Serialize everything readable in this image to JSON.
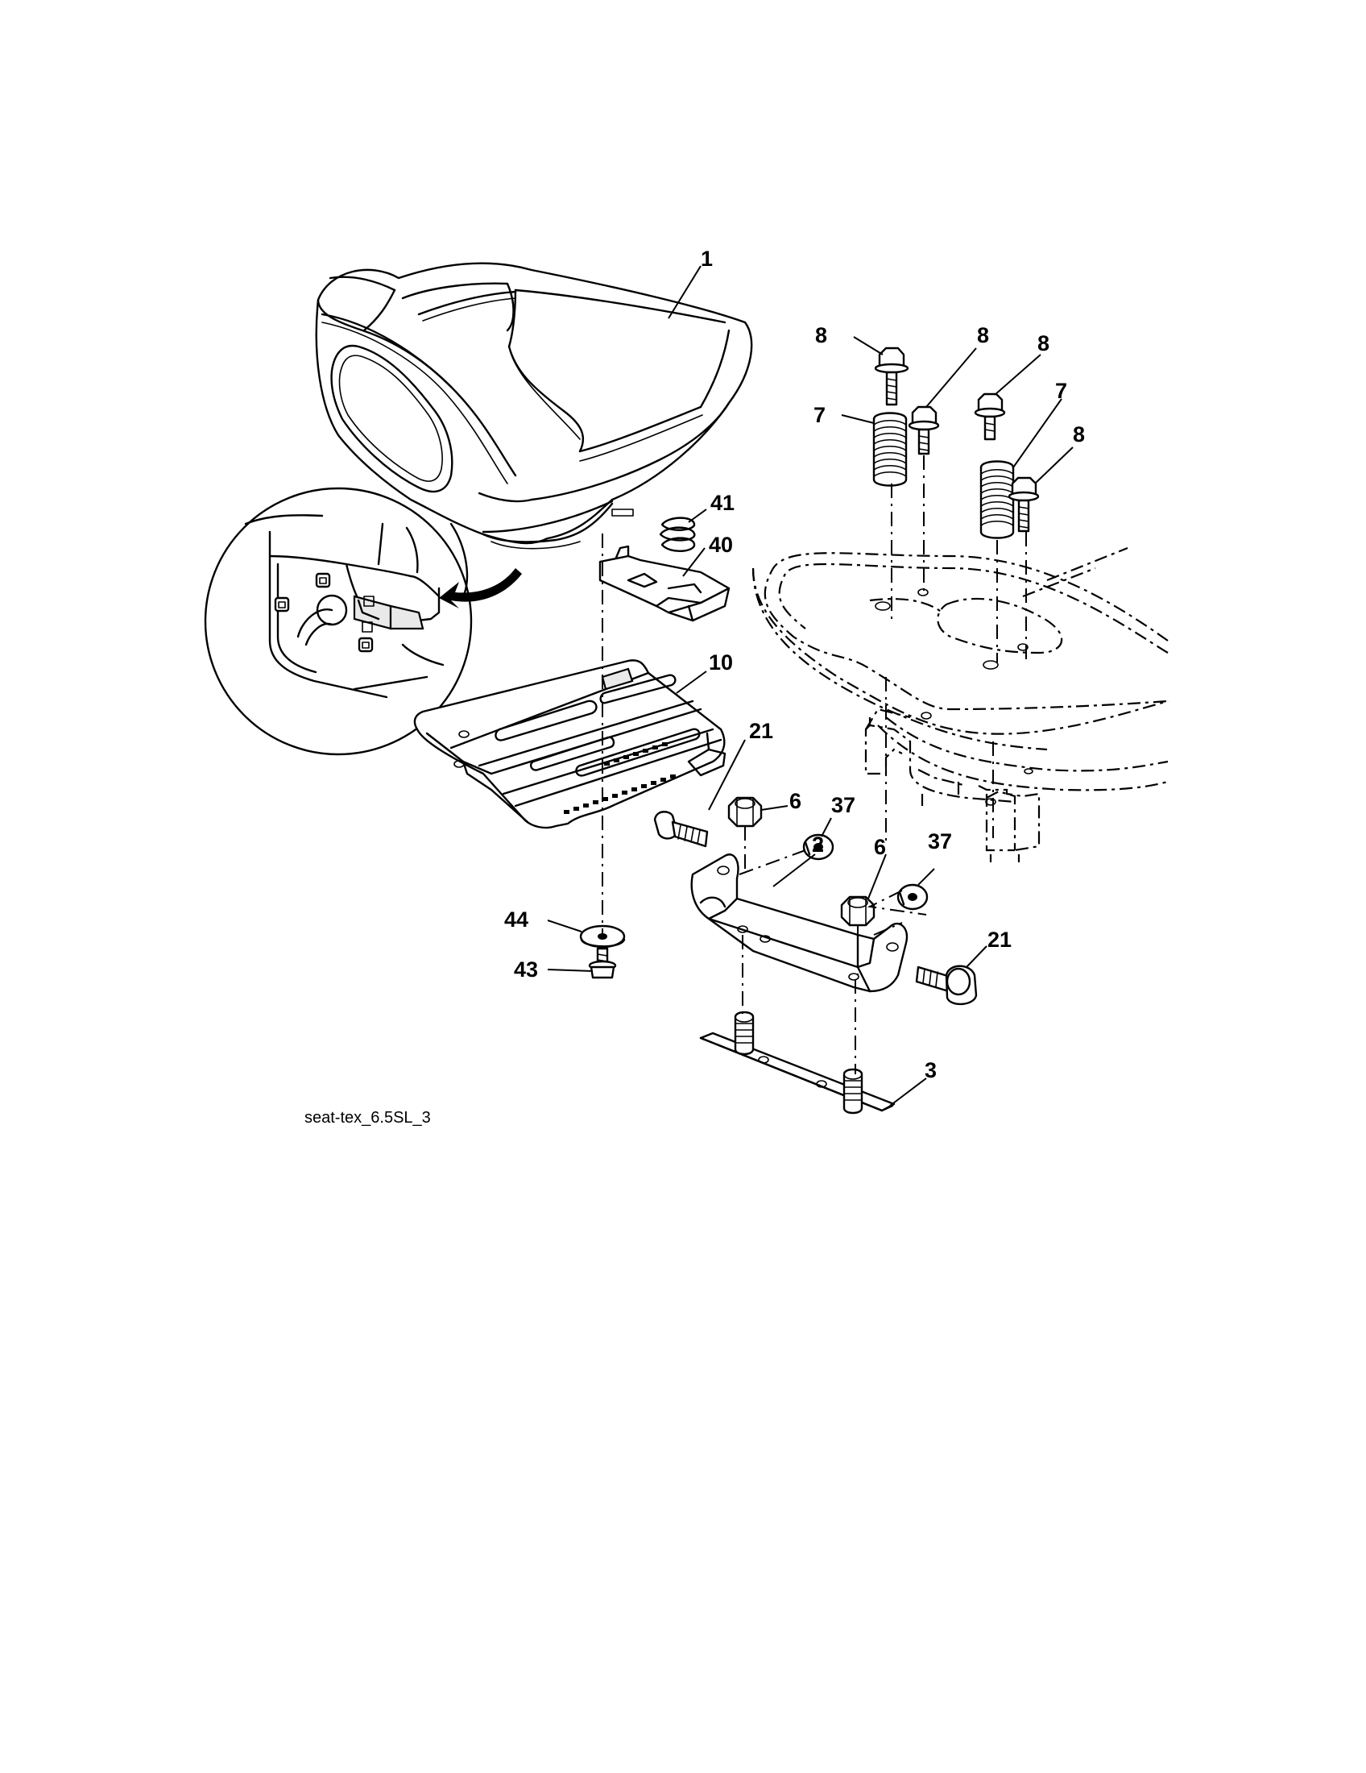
{
  "callouts": {
    "c1": "1",
    "c8a": "8",
    "c8b": "8",
    "c8c": "8",
    "c7a": "7",
    "c7b": "7",
    "c8d": "8",
    "c41": "41",
    "c40": "40",
    "c10": "10",
    "c21a": "21",
    "c6a": "6",
    "c37a": "37",
    "c6b": "6",
    "c37b": "37",
    "c2": "2",
    "c44": "44",
    "c43": "43",
    "c21b": "21",
    "c3": "3"
  },
  "caption": "seat-tex_6.5SL_3"
}
